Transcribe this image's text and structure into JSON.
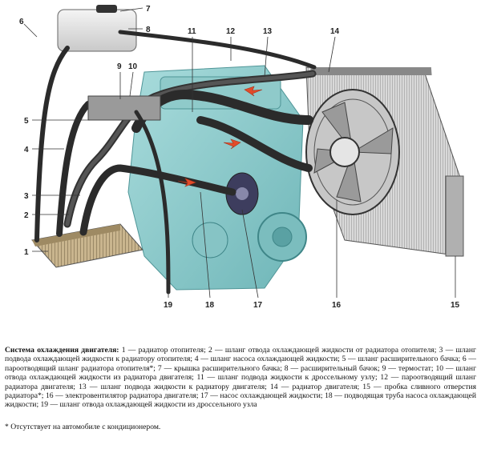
{
  "callouts": [
    {
      "n": "1"
    },
    {
      "n": "2"
    },
    {
      "n": "3"
    },
    {
      "n": "4"
    },
    {
      "n": "5"
    },
    {
      "n": "6"
    },
    {
      "n": "7"
    },
    {
      "n": "8"
    },
    {
      "n": "9"
    },
    {
      "n": "10"
    },
    {
      "n": "11"
    },
    {
      "n": "12"
    },
    {
      "n": "13"
    },
    {
      "n": "14"
    },
    {
      "n": "15"
    },
    {
      "n": "16"
    },
    {
      "n": "17"
    },
    {
      "n": "18"
    },
    {
      "n": "19"
    }
  ],
  "caption": {
    "title": "Система охлаждения двигателя:",
    "body": " 1 — радиатор отопителя; 2 — шланг отвода охлаждающей жидкости от радиатора отопителя; 3 — шланг подвода охлаждающей жидкости к радиатору отопителя; 4 — шланг насоса охлаждающей жидкости; 5 — шланг расширительного бачка; 6 — пароотводящий шланг радиатора отопителя*; 7 — крышка расширительного бачка; 8 — расширительный бачок; 9 — термостат; 10 — шланг отвода охлаждающей жидкости из радиатора двигателя; 11 — шланг подвода жидкости к дроссельному узлу; 12 — пароотводящий шланг радиатора двигателя; 13 — шланг подвода жидкости к радиатору двигателя; 14 — радиатор двигателя; 15 — пробка сливного отверстия радиатора*; 16 — электровентилятор радиатора двигателя; 17 — насос охлаждающей жидкости; 18 — подводящая труба насоса охлаждающей жидкости; 19 — шланг отвода охлаждающей жидкости из дроссельного узла"
  },
  "footnote": "* Отсутствует на автомобиле с кондиционером."
}
